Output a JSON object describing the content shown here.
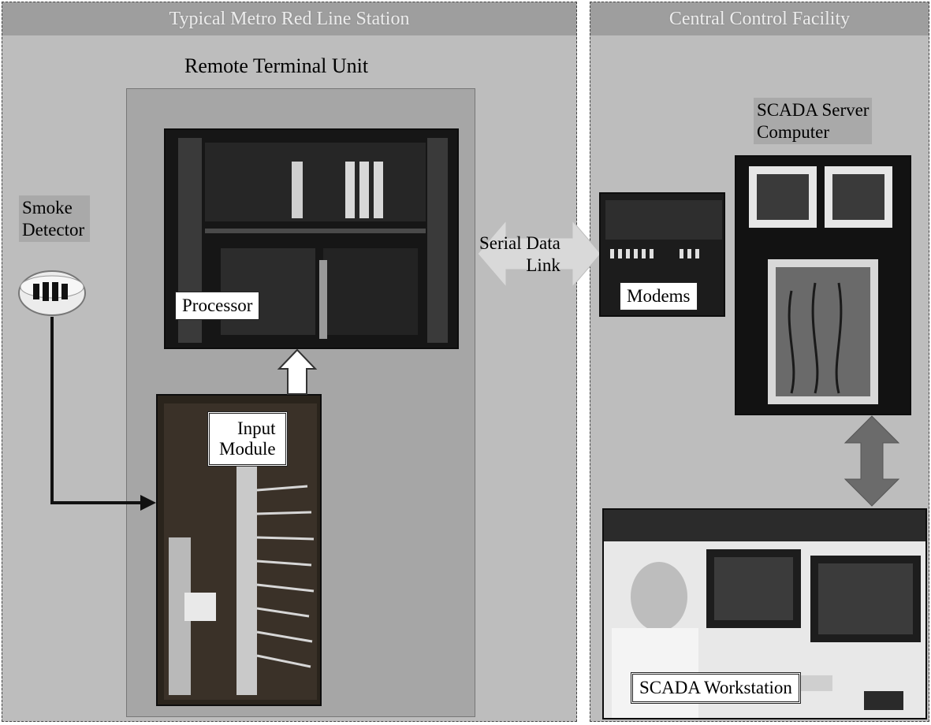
{
  "left_panel": {
    "title": "Typical Metro Red Line Station"
  },
  "right_panel": {
    "title": "Central Control Facility"
  },
  "rtu": {
    "title": "Remote Terminal Unit"
  },
  "labels": {
    "smoke_detector": [
      "Smoke",
      "Detector"
    ],
    "processor": "Processor",
    "input_module": [
      "Input",
      "Module"
    ],
    "serial_link": [
      "Serial Data",
      "Link"
    ],
    "modems": "Modems",
    "scada_server": [
      "SCADA Server",
      "Computer"
    ],
    "scada_workstation": "SCADA Workstation"
  },
  "colors": {
    "panel": "#bdbdbd",
    "title_bar": "#9e9e9e",
    "arrow_dark": "#6b6b6b",
    "connector": "#111111"
  }
}
